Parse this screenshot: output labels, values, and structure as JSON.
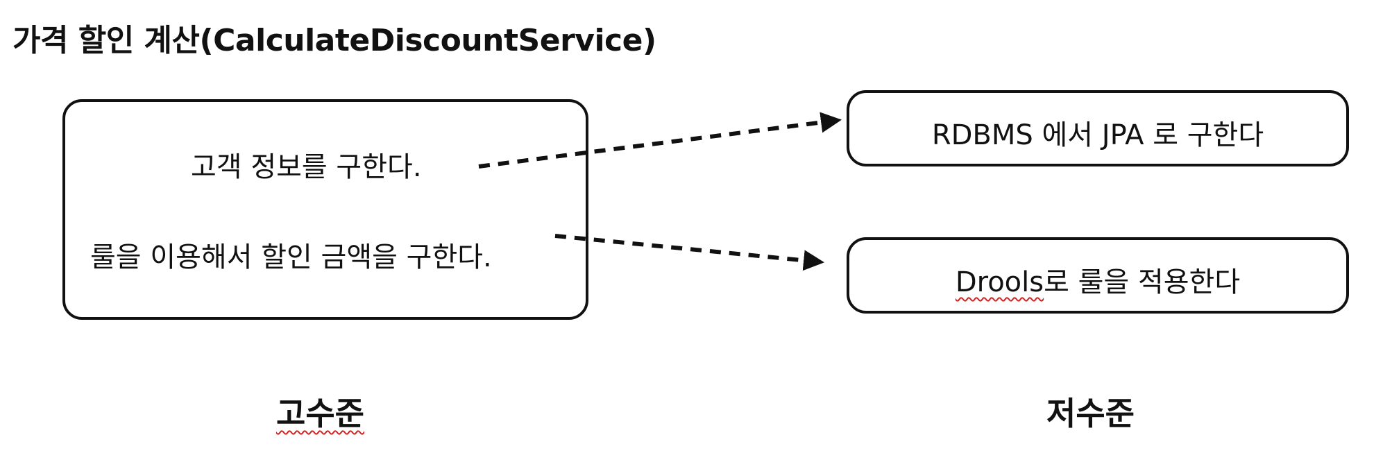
{
  "title": "가격 할인 계산(CalculateDiscountService)",
  "high_level_box": {
    "steps": [
      "고객 정보를 구한다.",
      "룰을 이용해서 할인 금액을 구한다."
    ]
  },
  "low_level_boxes": [
    {
      "prefix": "",
      "highlight": "",
      "text": "RDBMS 에서 JPA 로 구한다"
    },
    {
      "prefix": "",
      "highlight": "Drools",
      "text": "로 룰을 적용한다"
    }
  ],
  "level_labels": {
    "high": "고수준",
    "low": "저수준"
  }
}
